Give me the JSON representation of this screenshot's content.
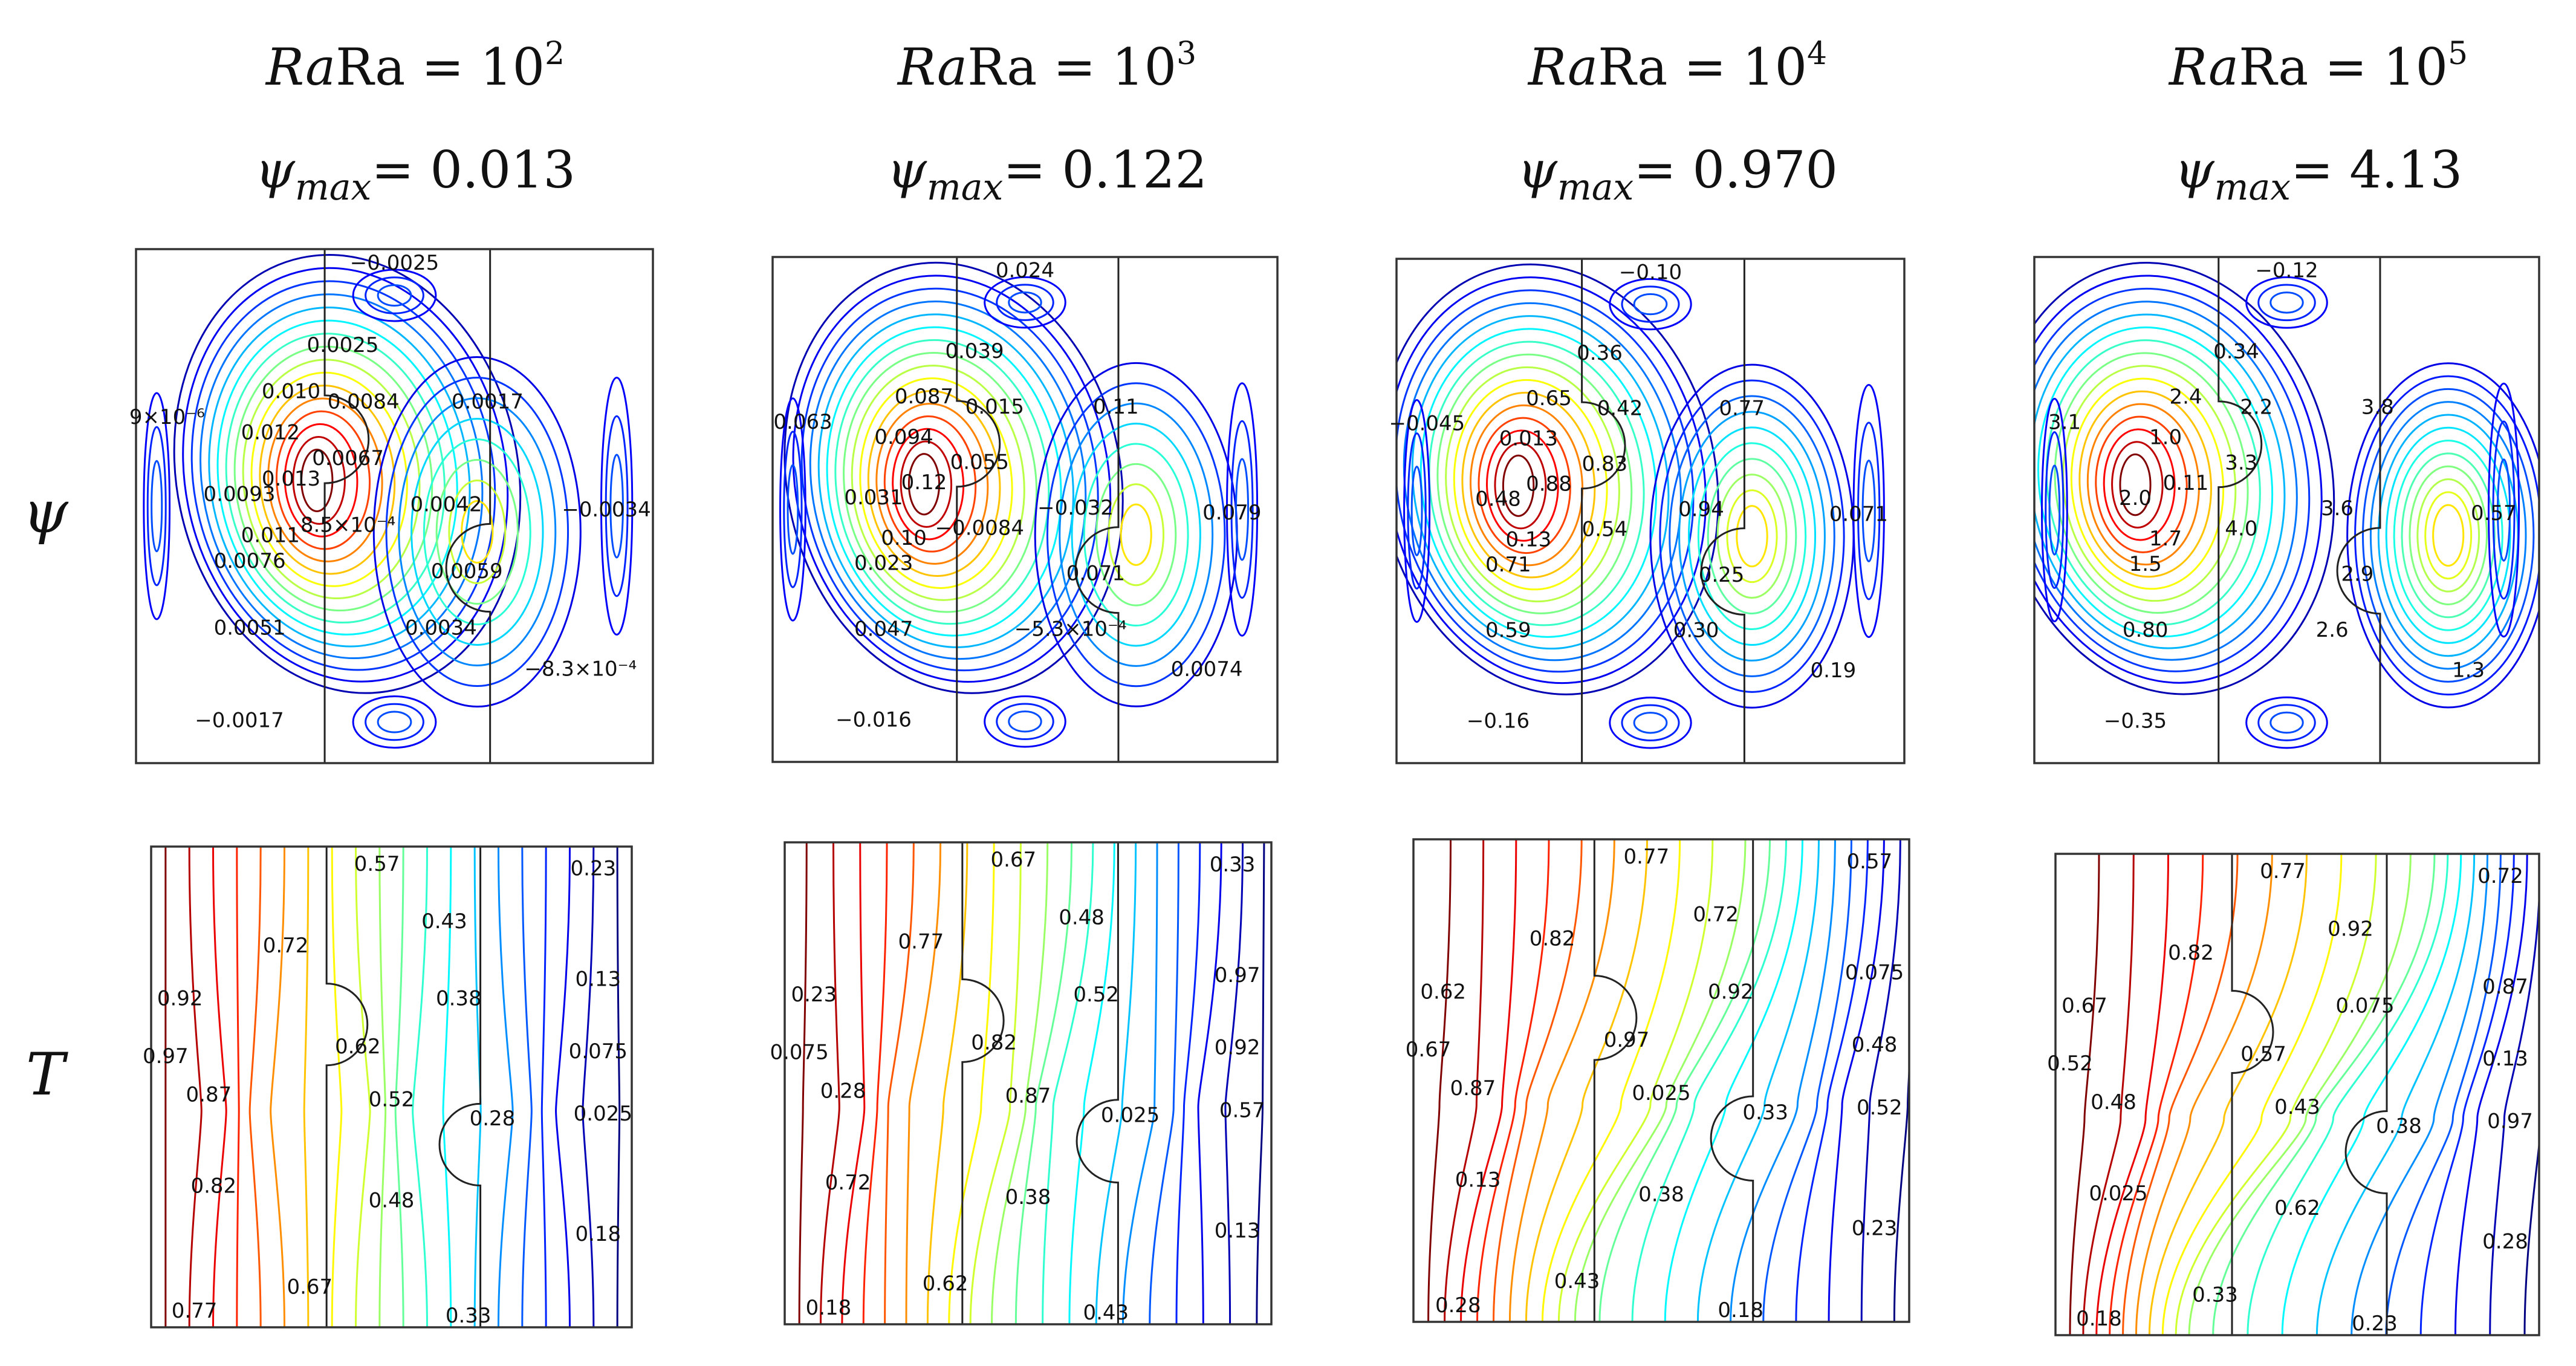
{
  "row_labels": {
    "psi": "ψ",
    "T": "T"
  },
  "columns": [
    {
      "ra_label": "Ra = 10",
      "ra_exp": "2",
      "psi_max_label": "= 0.013",
      "psi_labels": [
        "−0.0025",
        "0.0025",
        "0.010",
        "0.0084",
        "9×10⁻⁶",
        "0.012",
        "0.0067",
        "0.0017",
        "0.013",
        "0.0093",
        "8.5×10⁻⁴",
        "0.0042",
        "−0.0034",
        "0.011",
        "0.0076",
        "0.0059",
        "0.0051",
        "0.0034",
        "−8.3×10⁻⁴",
        "−0.0017"
      ],
      "t_labels": [
        "0.57",
        "0.23",
        "0.72",
        "0.43",
        "0.92",
        "0.38",
        "0.13",
        "0.62",
        "0.97",
        "0.075",
        "0.87",
        "0.52",
        "0.025",
        "0.28",
        "0.82",
        "0.48",
        "0.18",
        "0.67",
        "0.77",
        "0.33"
      ]
    },
    {
      "ra_label": "Ra = 10",
      "ra_exp": "3",
      "psi_max_label": "= 0.122",
      "psi_labels": [
        "0.024",
        "0.039",
        "0.087",
        "0.015",
        "0.063",
        "0.094",
        "0.055",
        "0.11",
        "0.12",
        "0.031",
        "−0.0084",
        "−0.032",
        "0.079",
        "0.10",
        "0.023",
        "0.071",
        "0.047",
        "−5.3×10⁻⁴",
        "0.0074",
        "−0.016"
      ],
      "t_labels": [
        "0.67",
        "0.33",
        "0.77",
        "0.48",
        "0.23",
        "0.52",
        "0.97",
        "0.82",
        "0.075",
        "0.92",
        "0.28",
        "0.87",
        "0.57",
        "0.025",
        "0.72",
        "0.38",
        "0.13",
        "0.62",
        "0.18",
        "0.43"
      ]
    },
    {
      "ra_label": "Ra = 10",
      "ra_exp": "4",
      "psi_max_label": "= 0.970",
      "psi_labels": [
        "−0.10",
        "0.36",
        "0.65",
        "0.42",
        "−0.045",
        "0.013",
        "0.83",
        "0.77",
        "0.88",
        "0.48",
        "0.54",
        "0.94",
        "0.071",
        "0.13",
        "0.71",
        "0.25",
        "0.59",
        "0.30",
        "0.19",
        "−0.16"
      ],
      "t_labels": [
        "0.77",
        "0.57",
        "0.82",
        "0.72",
        "0.62",
        "0.92",
        "0.075",
        "0.97",
        "0.67",
        "0.48",
        "0.87",
        "0.025",
        "0.52",
        "0.33",
        "0.13",
        "0.38",
        "0.23",
        "0.43",
        "0.28",
        "0.18"
      ]
    },
    {
      "ra_label": "Ra = 10",
      "ra_exp": "5",
      "psi_max_label": "= 4.13",
      "psi_labels": [
        "−0.12",
        "0.34",
        "2.4",
        "2.2",
        "3.1",
        "1.0",
        "3.3",
        "3.8",
        "0.11",
        "2.0",
        "4.0",
        "3.6",
        "0.57",
        "1.7",
        "1.5",
        "2.9",
        "0.80",
        "2.6",
        "1.3",
        "−0.35"
      ],
      "t_labels": [
        "0.77",
        "0.72",
        "0.82",
        "0.92",
        "0.67",
        "0.075",
        "0.87",
        "0.57",
        "0.52",
        "0.13",
        "0.48",
        "0.43",
        "0.97",
        "0.38",
        "0.025",
        "0.62",
        "0.28",
        "0.33",
        "0.18",
        "0.23"
      ]
    }
  ]
}
